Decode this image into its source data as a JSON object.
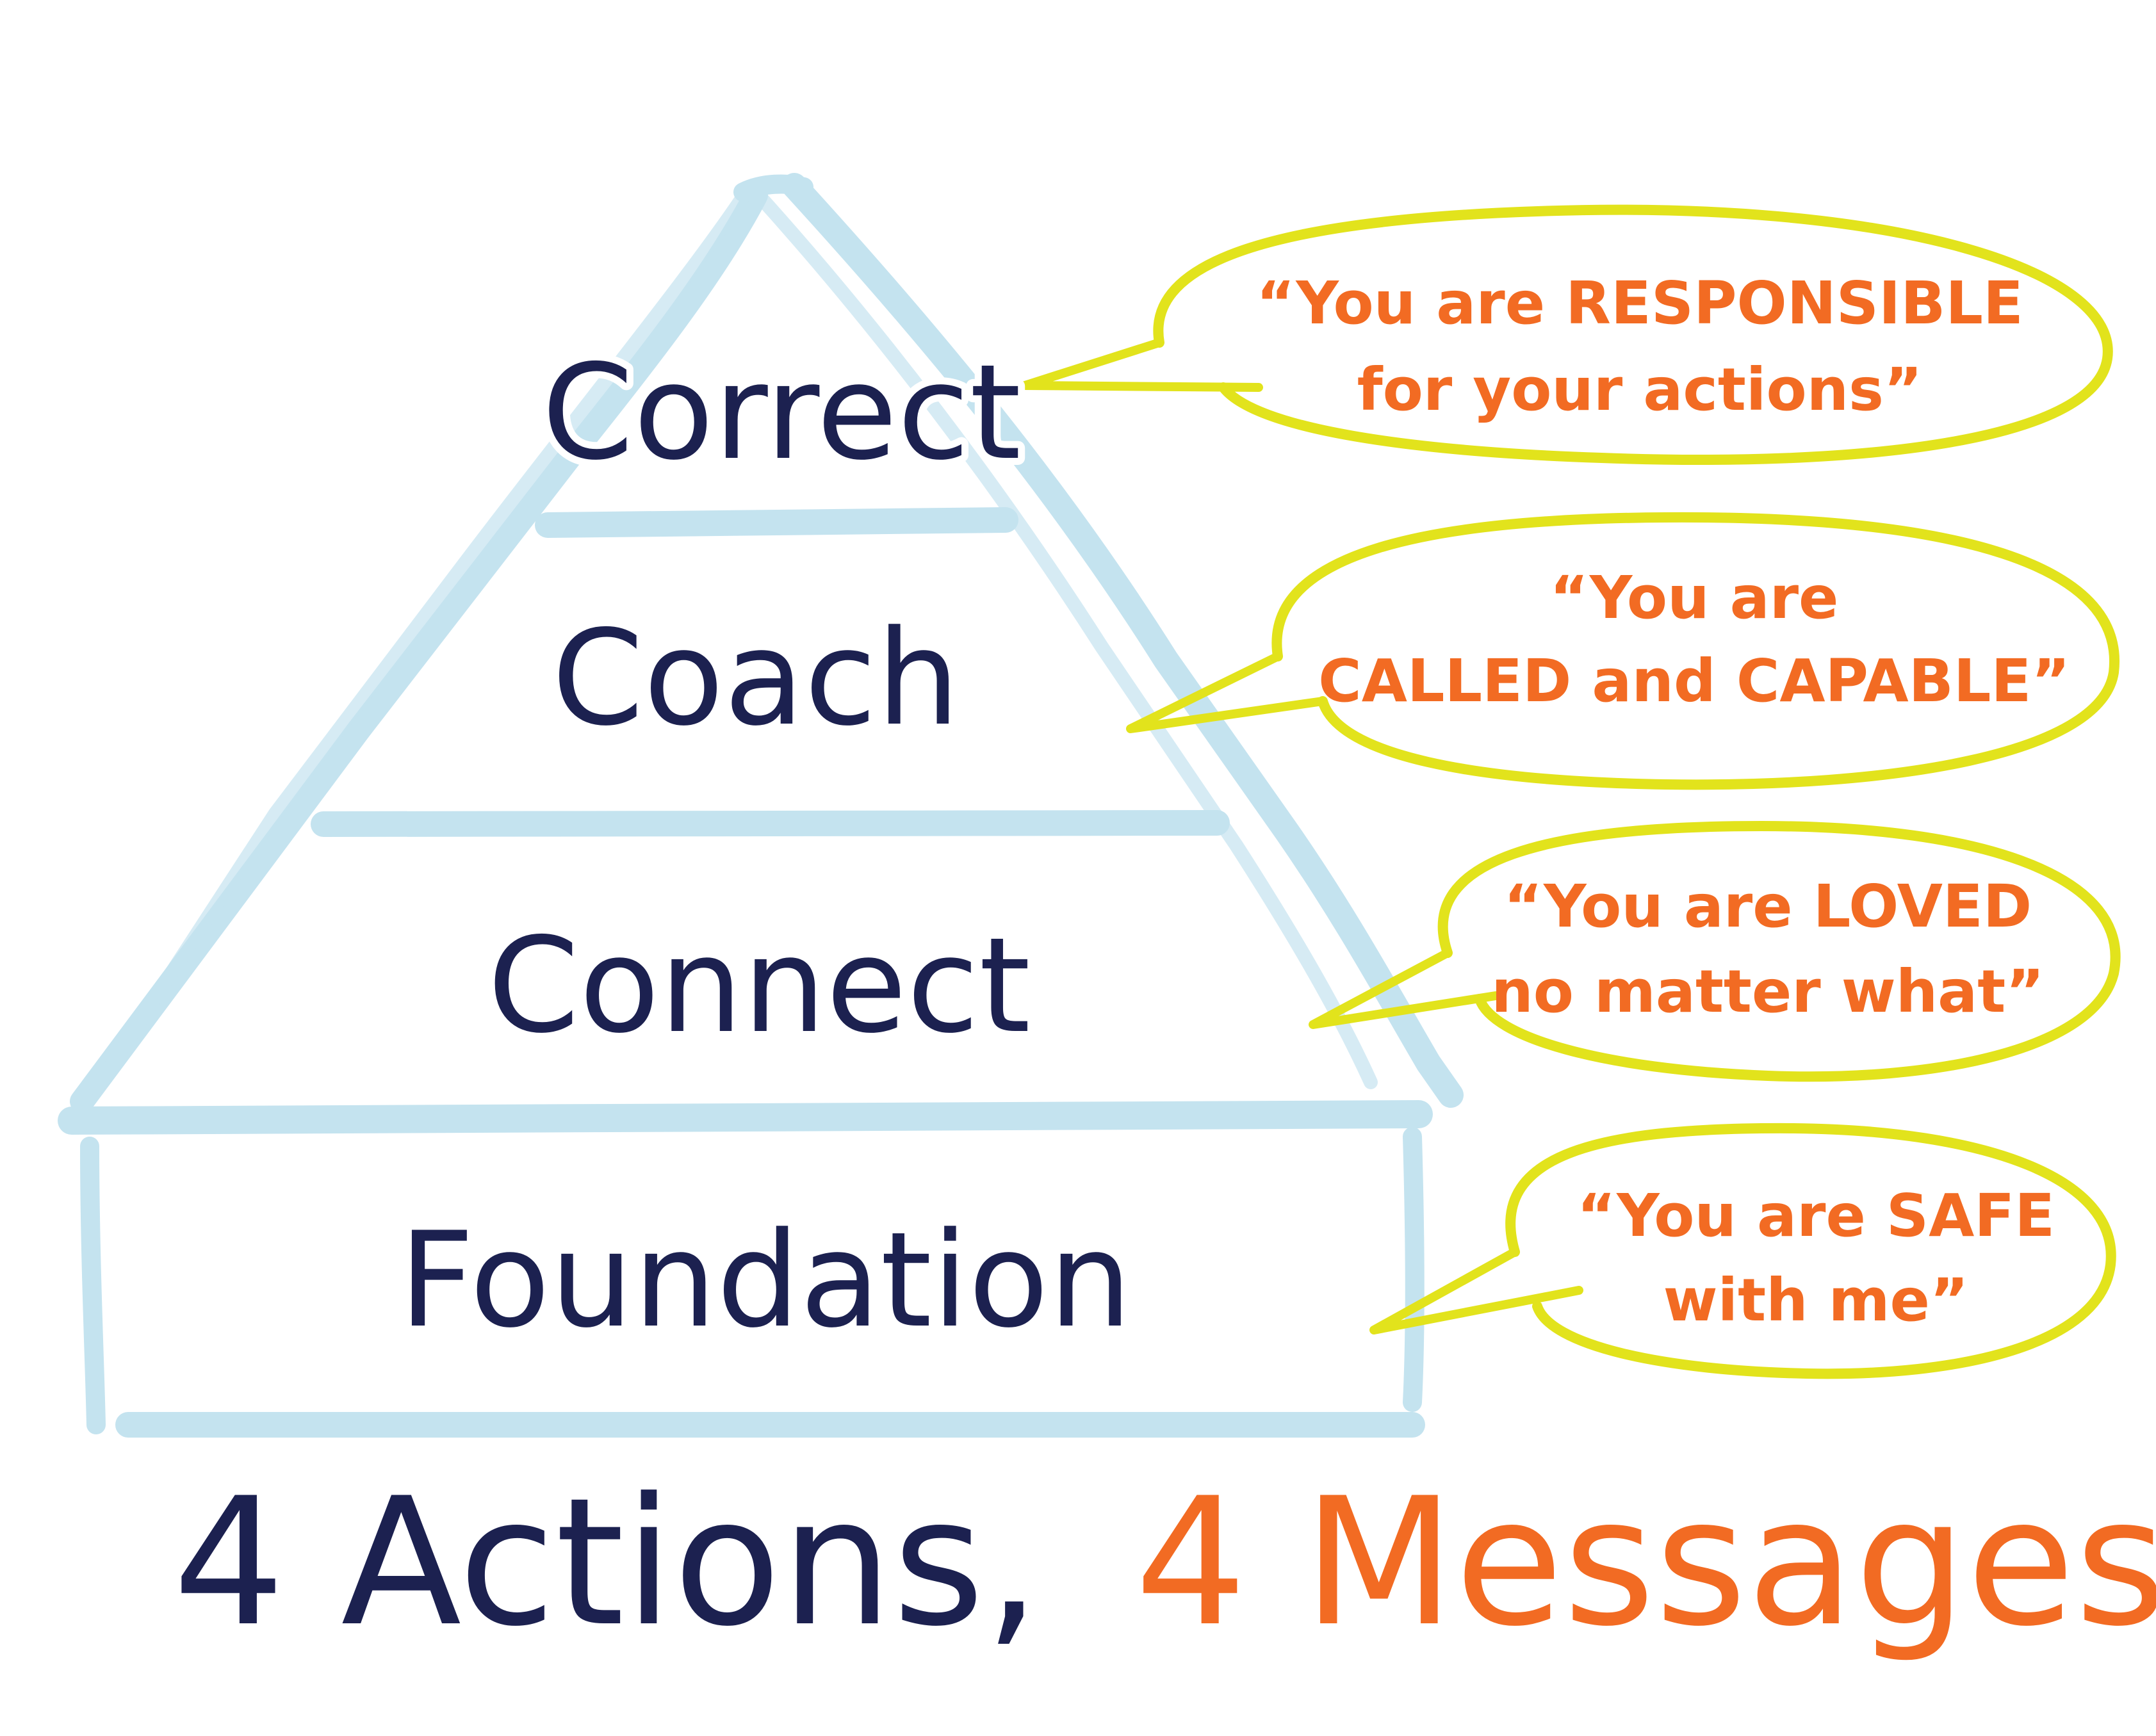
{
  "colors": {
    "navy": "#1c2150",
    "orange": "#f26b23",
    "pyramid_blue": "#c4e3ef",
    "bubble_yellow": "#e2e31c"
  },
  "tiers": [
    {
      "label": "Correct"
    },
    {
      "label": "Coach"
    },
    {
      "label": "Connect"
    },
    {
      "label": "Foundation"
    }
  ],
  "messages": [
    {
      "line1": "“You are RESPONSIBLE",
      "line2": "for your actions”"
    },
    {
      "line1": "“You are",
      "line2": "CALLED and CAPABLE”"
    },
    {
      "line1": "“You are LOVED",
      "line2": "no matter what”"
    },
    {
      "line1": "“You are SAFE",
      "line2": "with me”"
    }
  ],
  "caption": {
    "part1": "4 Actions,",
    "part2": "4 Messages"
  }
}
